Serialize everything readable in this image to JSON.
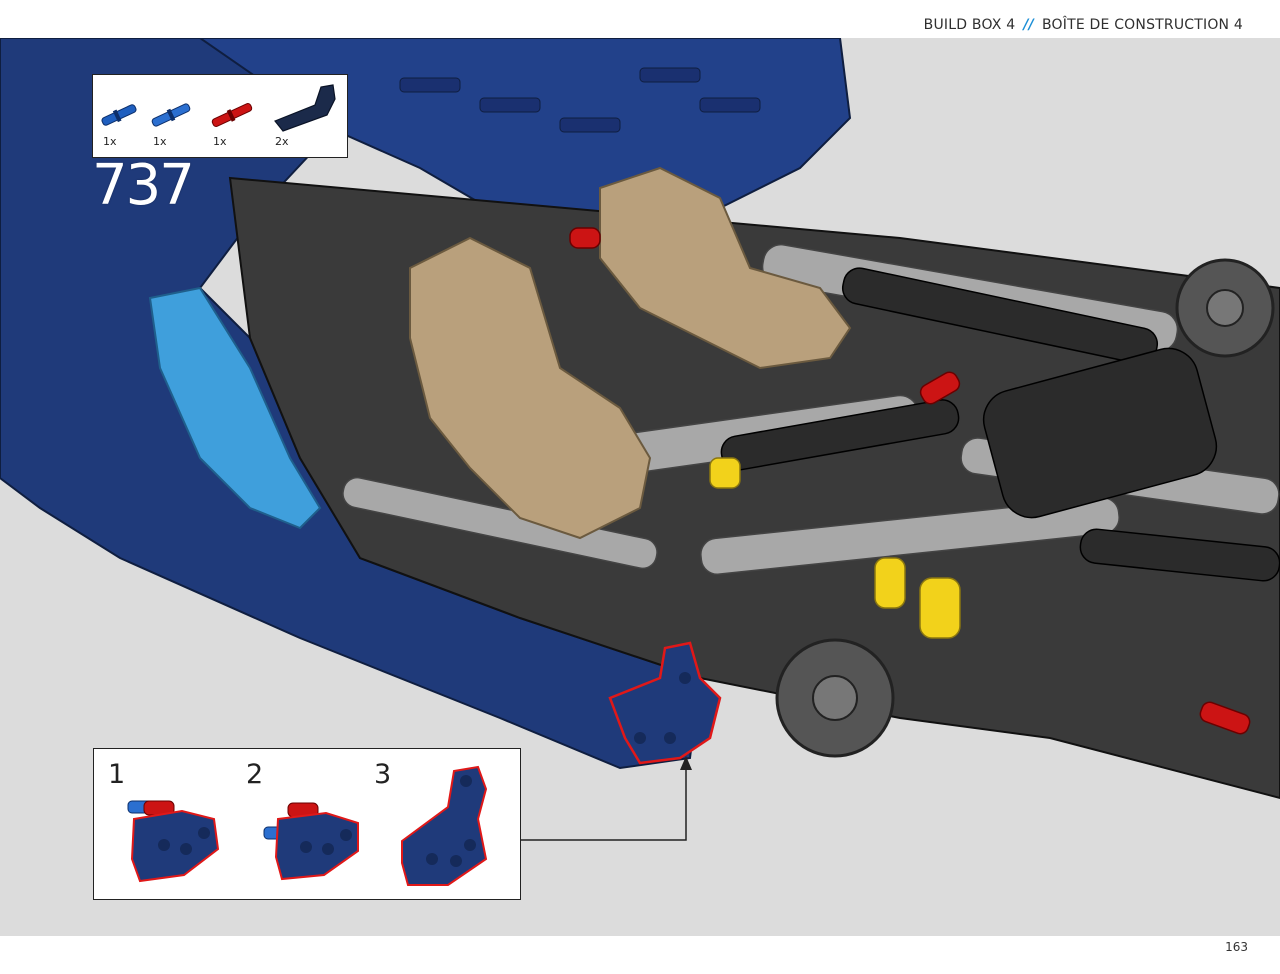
{
  "header": {
    "left": "BUILD BOX 4",
    "separator": "//",
    "right": "BOÎTE DE CONSTRUCTION 4"
  },
  "step": {
    "number": "737"
  },
  "parts": [
    {
      "qty": "1x",
      "color": "#1f5fbf",
      "kind": "pin"
    },
    {
      "qty": "1x",
      "color": "#2b6fd0",
      "kind": "pin"
    },
    {
      "qty": "1x",
      "color": "#cc1414",
      "kind": "pin"
    },
    {
      "qty": "2x",
      "color": "#1b2a4a",
      "kind": "beam"
    }
  ],
  "substeps": [
    {
      "number": "1"
    },
    {
      "number": "2"
    },
    {
      "number": "3"
    }
  ],
  "page": {
    "number": "163"
  },
  "colors": {
    "background": "#dcdcdc",
    "dark_blue": "#1f3a7a",
    "black_beam": "#2b2b2b",
    "tan": "#b9a07c",
    "red": "#cc1414",
    "yellow": "#f2d21b",
    "light_blue": "#3f9fdc",
    "accent": "#1d8fd6"
  }
}
